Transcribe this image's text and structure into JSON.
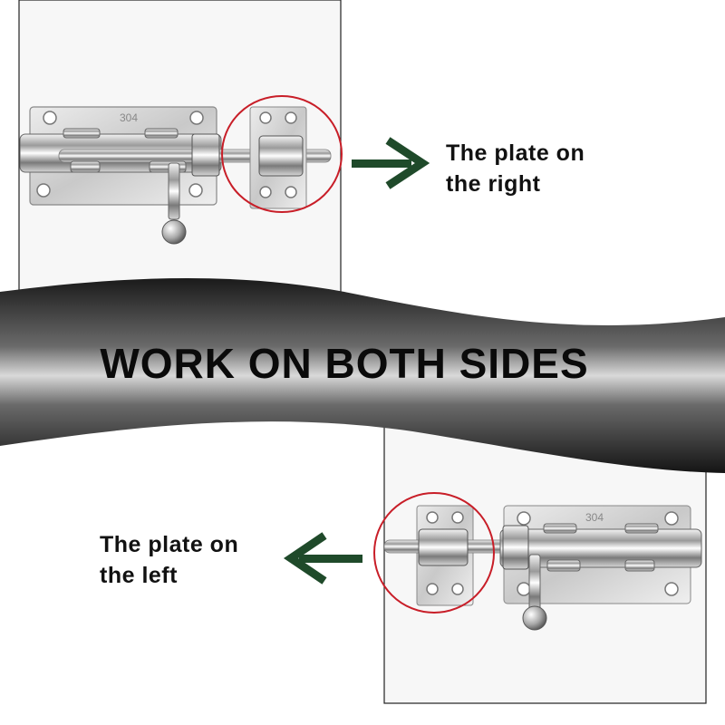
{
  "banner": {
    "text": "WORK ON BOTH SIDES"
  },
  "top_panel": {
    "callout_line1": "The plate on",
    "callout_line2": "the right",
    "stamp": "304"
  },
  "bottom_panel": {
    "callout_line1": "The plate on",
    "callout_line2": "the left",
    "stamp": "304"
  },
  "colors": {
    "arrow": "#1f4a2a",
    "highlight_circle": "#c81e28",
    "banner_dark": "#000000",
    "banner_light": "#e8e8e8"
  }
}
